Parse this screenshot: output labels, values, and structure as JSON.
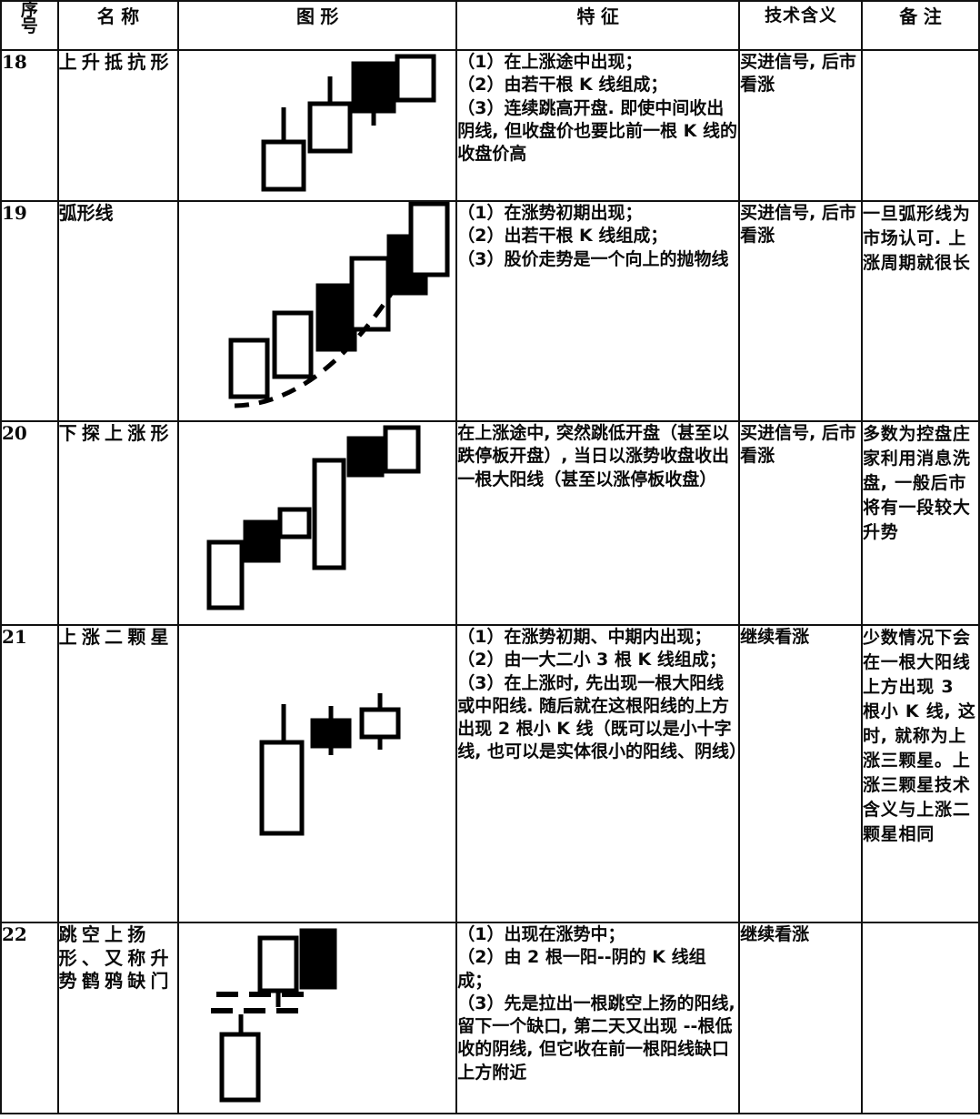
{
  "table": {
    "headers": {
      "num": [
        "序",
        "号"
      ],
      "name": "名称",
      "figure": "图形",
      "feature": "特征",
      "meaning": "技术含义",
      "note": "备注"
    },
    "rows": [
      {
        "num": "18",
        "name": "上升抵抗形",
        "feature": [
          "（1）在上涨途中出现；",
          "（2）由若干根 K 线组成；",
          "（3）连续跳高开盘. 即使中间收出阴线, 但收盘价也要比前一根 K 线的收盘价高"
        ],
        "meaning": "买进信号, 后市看涨",
        "note": ""
      },
      {
        "num": "19",
        "name": "弧形线",
        "feature": [
          "（1）在涨势初期出现；",
          "（2）出若干根 K 线组成；",
          "（3）股价走势是一个向上的抛物线"
        ],
        "meaning": "买进信号, 后市看涨",
        "note": "一旦弧形线为市场认可. 上涨周期就很长"
      },
      {
        "num": "20",
        "name": "下探上涨形",
        "feature": [
          "在上涨途中, 突然跳低开盘（甚至以跌停板开盘）, 当日以涨势收盘收出一根大阳线（甚至以涨停板收盘）"
        ],
        "meaning": "买进信号, 后市看涨",
        "note": "多数为控盘庄家利用消息洗盘, 一般后市将有一段较大升势"
      },
      {
        "num": "21",
        "name": "上涨二颗星",
        "feature": [
          "（1）在涨势初期、中期内出现；",
          "（2）由一大二小 3 根 K 线组成；",
          "（3）在上涨时, 先出现一根大阳线或中阳线. 随后就在这根阳线的上方出现 2 根小 K 线（既可以是小十字线, 也可以是实体很小的阳线、阴线）"
        ],
        "meaning": "继续看涨",
        "note": "少数情况下会在一根大阳线上方出现 3 根小 K 线, 这时, 就称为上涨三颗星。上涨三颗星技术含义与上涨二颗星相同"
      },
      {
        "num": "22",
        "name": "跳空上扬形、又称升势鹤鸦缺门",
        "feature": [
          "（1）出现在涨势中；",
          "（2）由 2 根一阳--阴的 K 线组成；",
          "（3）先是拉出一根跳空上扬的阳线, 留下一个缺口, 第二天又出现 --根低收的阴线, 但它收在前一根阳线缺口上方附近"
        ],
        "meaning": "继续看涨",
        "note": ""
      }
    ]
  },
  "chart_data": [
    {
      "row": "18",
      "type": "candlestick",
      "name": "上升抵抗形",
      "candles": [
        {
          "color": "white",
          "open": 10,
          "close": 42,
          "high": 58,
          "low": 10
        },
        {
          "color": "white",
          "open": 44,
          "close": 72,
          "high": 88,
          "low": 44
        },
        {
          "color": "black",
          "open": 96,
          "close": 74,
          "high": 96,
          "low": 68
        },
        {
          "color": "white",
          "open": 82,
          "close": 104,
          "high": 104,
          "low": 82
        }
      ]
    },
    {
      "row": "19",
      "type": "candlestick",
      "name": "弧形线",
      "overlay": "dashed-parabola-arc",
      "candles": [
        {
          "color": "white",
          "open": 12,
          "close": 42,
          "high": 42,
          "low": 12
        },
        {
          "color": "white",
          "open": 28,
          "close": 68,
          "high": 68,
          "low": 28
        },
        {
          "color": "black",
          "open": 84,
          "close": 42,
          "high": 84,
          "low": 42
        },
        {
          "color": "white",
          "open": 56,
          "close": 104,
          "high": 104,
          "low": 56
        },
        {
          "color": "black",
          "open": 120,
          "close": 76,
          "high": 120,
          "low": 76
        },
        {
          "color": "white",
          "open": 92,
          "close": 152,
          "high": 152,
          "low": 92
        }
      ]
    },
    {
      "row": "20",
      "type": "candlestick",
      "name": "下探上涨形",
      "candles": [
        {
          "color": "white",
          "open": 12,
          "close": 72,
          "high": 72,
          "low": 12
        },
        {
          "color": "black",
          "open": 92,
          "close": 58,
          "high": 92,
          "low": 58
        },
        {
          "color": "white",
          "open": 78,
          "close": 104,
          "high": 104,
          "low": 78
        },
        {
          "color": "white",
          "open": 36,
          "close": 148,
          "high": 148,
          "low": 36
        },
        {
          "color": "black",
          "open": 166,
          "close": 130,
          "high": 166,
          "low": 130
        },
        {
          "color": "white",
          "open": 140,
          "close": 182,
          "high": 182,
          "low": 140
        }
      ]
    },
    {
      "row": "21",
      "type": "candlestick",
      "name": "上涨二颗星",
      "candles": [
        {
          "color": "white",
          "open": 10,
          "close": 88,
          "high": 112,
          "low": 10
        },
        {
          "color": "black",
          "open": 112,
          "close": 96,
          "high": 130,
          "low": 80
        },
        {
          "color": "white",
          "open": 120,
          "close": 134,
          "high": 150,
          "low": 104
        }
      ]
    },
    {
      "row": "22",
      "type": "candlestick",
      "name": "跳空上扬形",
      "gap": true,
      "candles": [
        {
          "color": "white",
          "open": 24,
          "close": 74,
          "high": 86,
          "low": 24
        },
        {
          "color": "white",
          "open": 110,
          "close": 166,
          "high": 166,
          "low": 96
        },
        {
          "color": "black",
          "open": 172,
          "close": 112,
          "high": 172,
          "low": 112
        }
      ]
    }
  ]
}
